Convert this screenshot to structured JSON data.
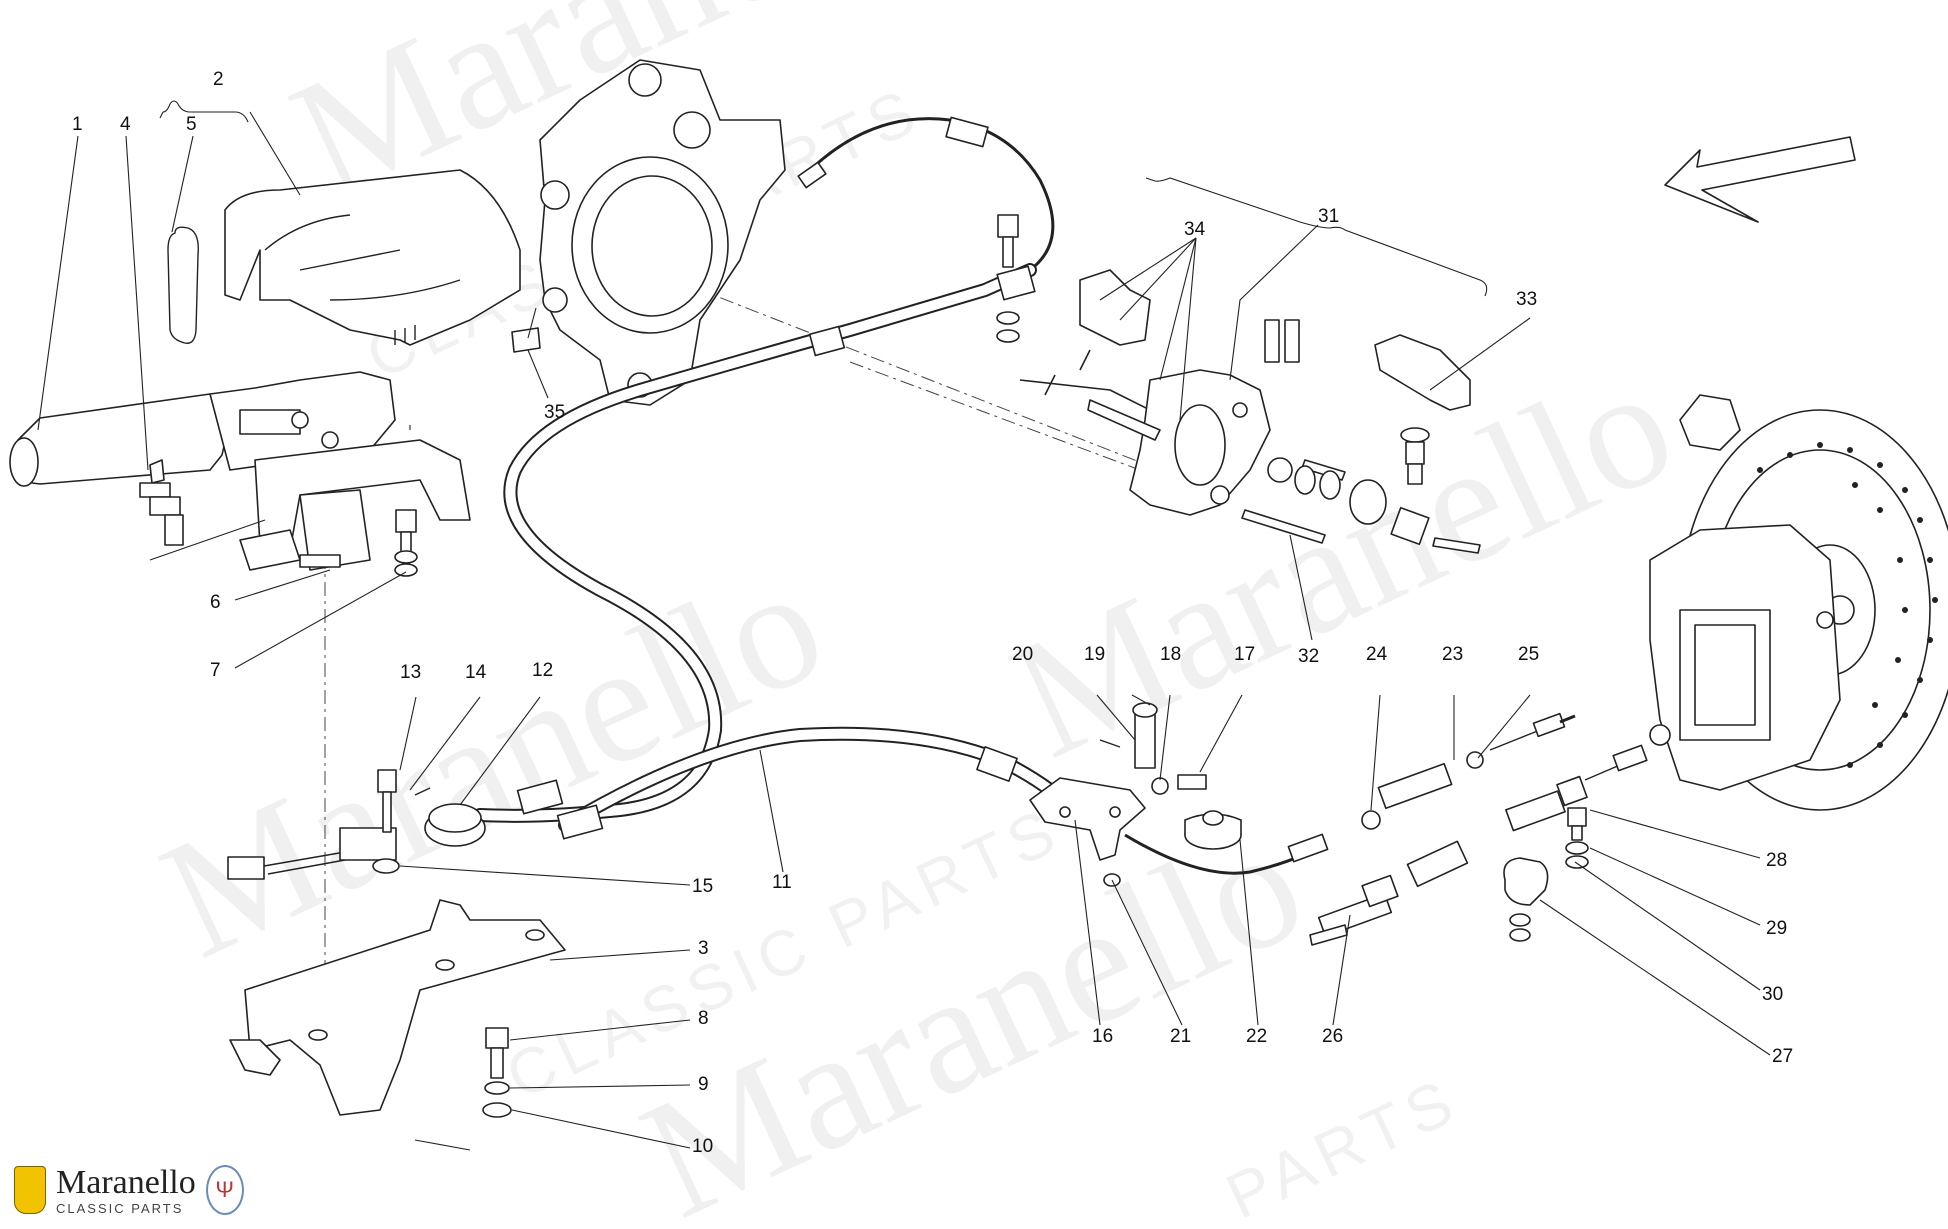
{
  "diagram": {
    "callouts": [
      "1",
      "2",
      "3",
      "4",
      "5",
      "6",
      "7",
      "8",
      "9",
      "10",
      "11",
      "12",
      "13",
      "14",
      "15",
      "16",
      "17",
      "18",
      "19",
      "20",
      "21",
      "22",
      "23",
      "24",
      "25",
      "26",
      "27",
      "28",
      "29",
      "30",
      "31",
      "32",
      "33",
      "34",
      "35"
    ]
  },
  "watermark": {
    "brand": "Maranello",
    "subtitle": "CLASSIC PARTS",
    "parts": "PARTS"
  },
  "logo": {
    "name": "Maranello",
    "subtitle": "CLASSIC PARTS",
    "icons": [
      "ferrari-shield-icon",
      "maserati-trident-icon"
    ]
  },
  "colors": {
    "line": "#222222",
    "background": "#ffffff",
    "badge_yellow": "#f2c300"
  }
}
